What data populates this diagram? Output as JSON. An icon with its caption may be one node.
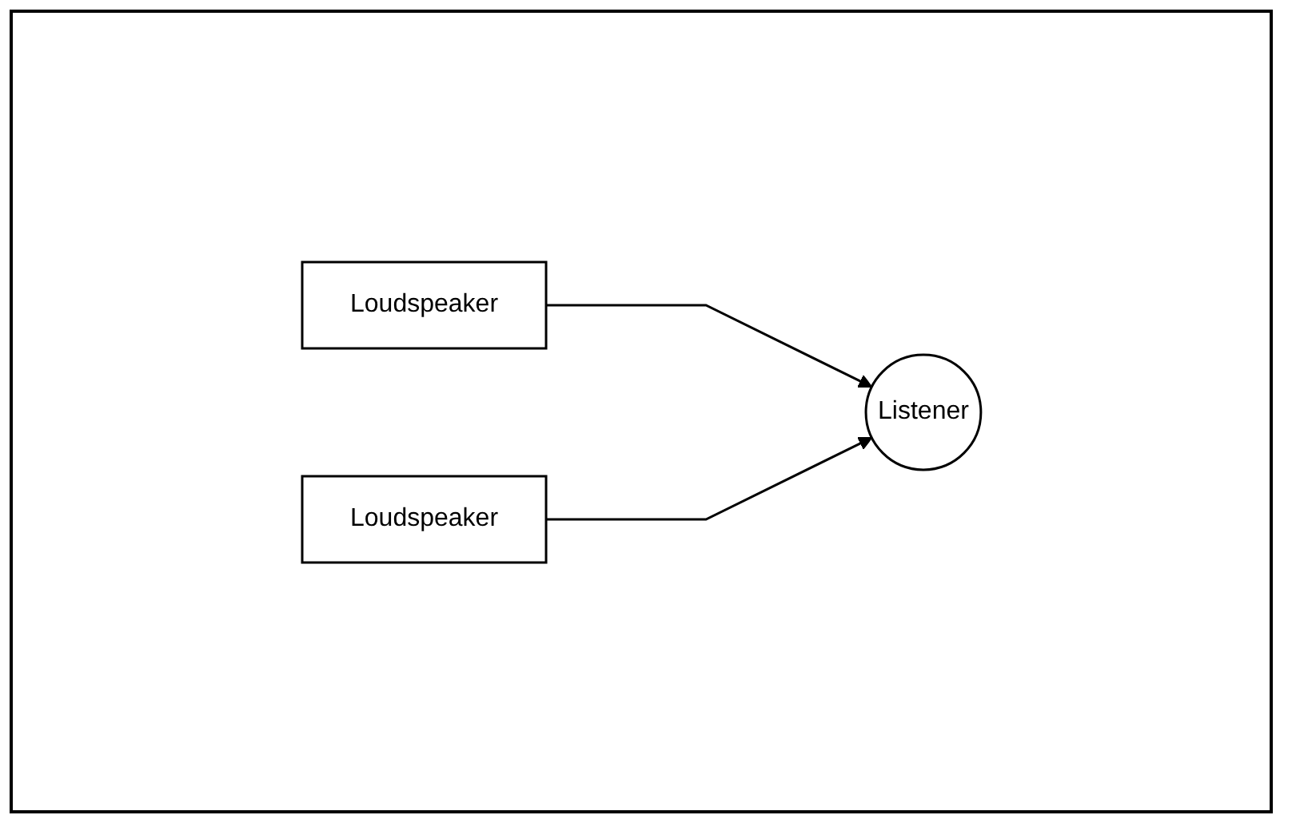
{
  "diagram": {
    "nodes": [
      {
        "text": [
          "Loudspeaker"
        ]
      },
      {
        "text": [
          "Loudspeaker"
        ]
      },
      {
        "text": [
          "Listener"
        ]
      }
    ],
    "edges": [
      {
        "from": 0,
        "to": 2,
        "arrow": "to"
      },
      {
        "from": 1,
        "to": 2,
        "arrow": "to"
      }
    ]
  }
}
